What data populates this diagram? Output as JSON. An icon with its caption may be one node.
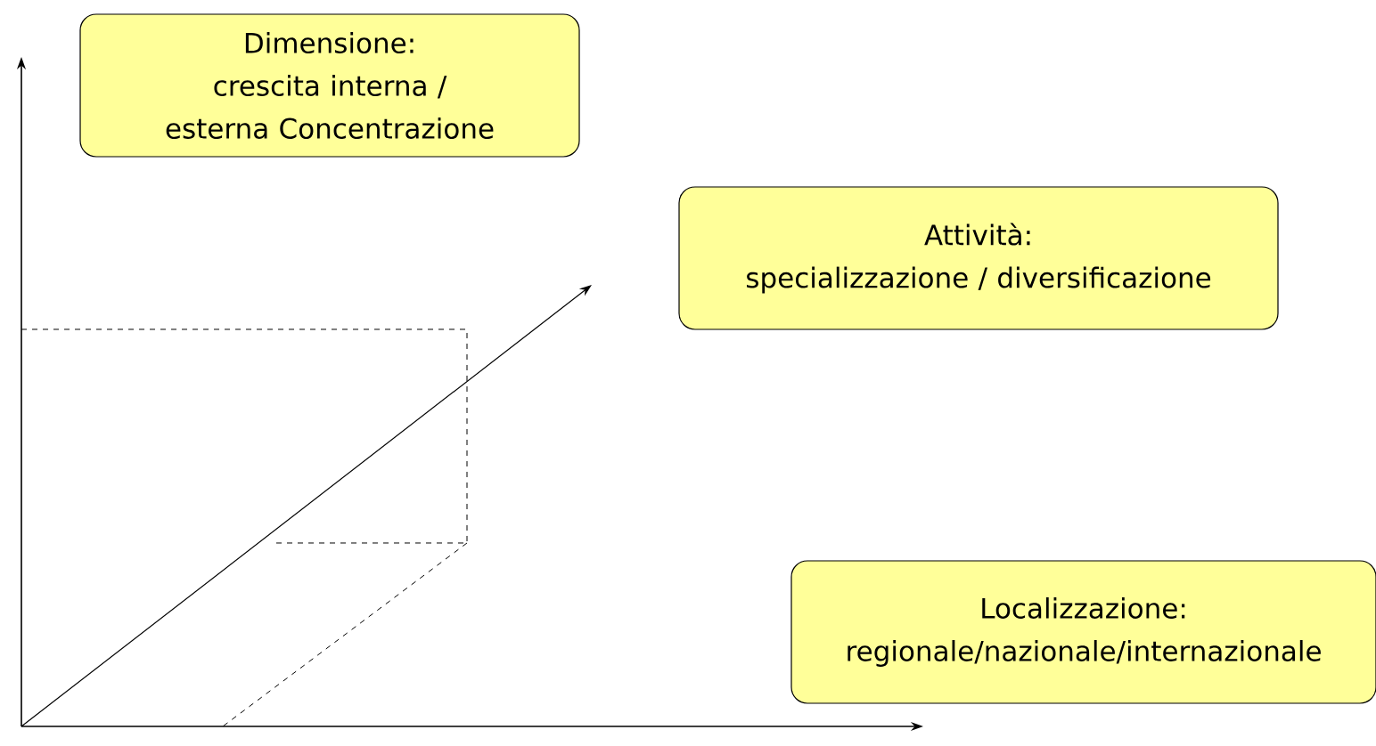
{
  "diagram": {
    "nodes": [
      {
        "text": [
          "Dimensione:",
          "crescita interna / esterna Concentrazione"
        ]
      },
      {
        "text": [
          "Attività:",
          "specializzazione / diversificazione"
        ]
      },
      {
        "text": [
          "Localizzazione:",
          "regionale/nazionale/internazionale"
        ]
      }
    ]
  }
}
